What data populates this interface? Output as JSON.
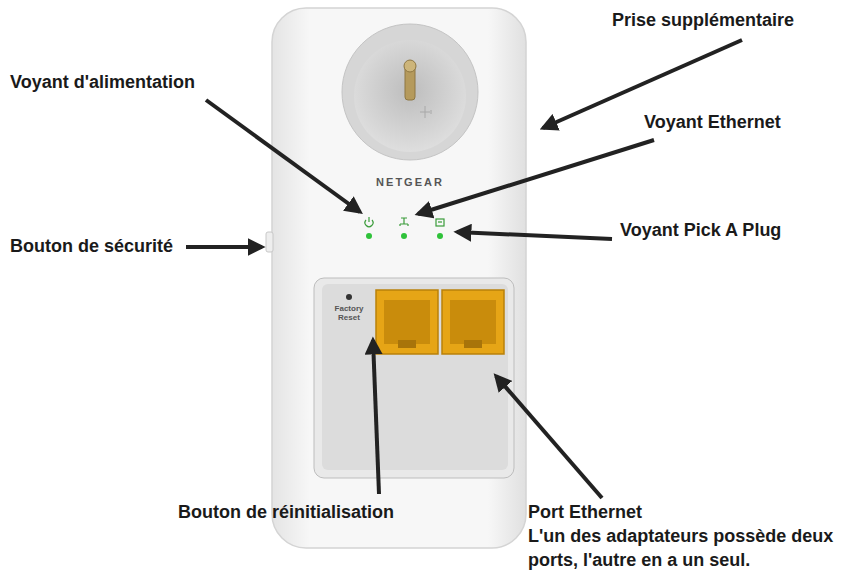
{
  "diagram": {
    "labels": [
      "Prise supplémentaire",
      "Voyant d'alimentation",
      "Voyant Ethernet",
      "Voyant Pick A Plug",
      "Bouton de sécurité",
      "Bouton de réinitialisation",
      "Port Ethernet",
      "L'un des adaptateurs possède deux ports, l'autre en a un seul.",
      "NETGEAR",
      "Factory Reset"
    ]
  }
}
